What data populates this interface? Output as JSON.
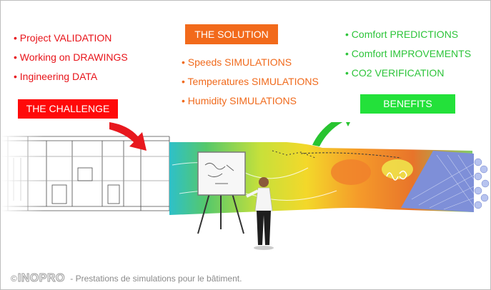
{
  "challenge": {
    "items": [
      "• Project VALIDATION",
      "• Working on DRAWINGS",
      "• Ingineering DATA"
    ],
    "badge": "THE CHALLENGE"
  },
  "solution": {
    "badge": "THE SOLUTION",
    "items": [
      "• Speeds  SIMULATIONS",
      "• Temperatures SIMULATIONS",
      "• Humidity SIMULATIONS"
    ]
  },
  "benefits": {
    "items": [
      "• Comfort PREDICTIONS",
      "• Comfort IMPROVEMENTS",
      "• CO2 VERIFICATION"
    ],
    "badge": "BENEFITS"
  },
  "footer": {
    "copyright": "©",
    "logo": "INOPRO",
    "tagline": " - Prestations de simulations pour le bâtiment."
  },
  "colors": {
    "challenge": "#ff0a0a",
    "solution": "#f26a1b",
    "benefits": "#23e13a"
  }
}
